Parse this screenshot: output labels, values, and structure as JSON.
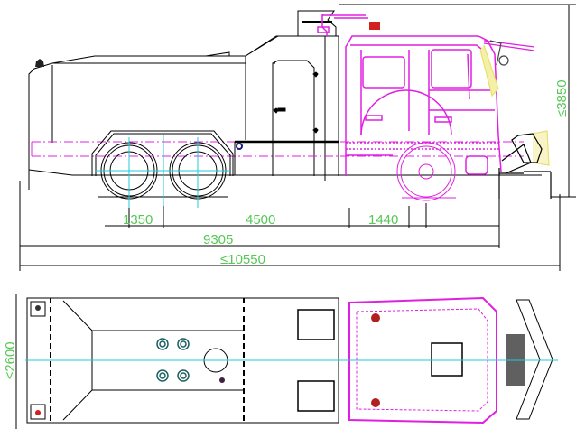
{
  "drawing": {
    "type": "technical-drawing",
    "subject": "truck with snow plow - side and top views",
    "colors": {
      "line": "#000000",
      "cab": "#e020e0",
      "centerline": "#20c8d8",
      "dimension_text": "#55c855",
      "plow_highlight": "#e8e070",
      "beacon": "#d02020",
      "grille": "#606060"
    }
  },
  "side_view": {
    "dimensions": {
      "rear_axle_spacing": "1350",
      "wheelbase": "4500",
      "front_overhang": "1440",
      "frame_length": "9305",
      "overall_length": "≤10550",
      "overall_height": "≤3850"
    }
  },
  "top_view": {
    "dimensions": {
      "overall_width": "≤2600"
    }
  }
}
